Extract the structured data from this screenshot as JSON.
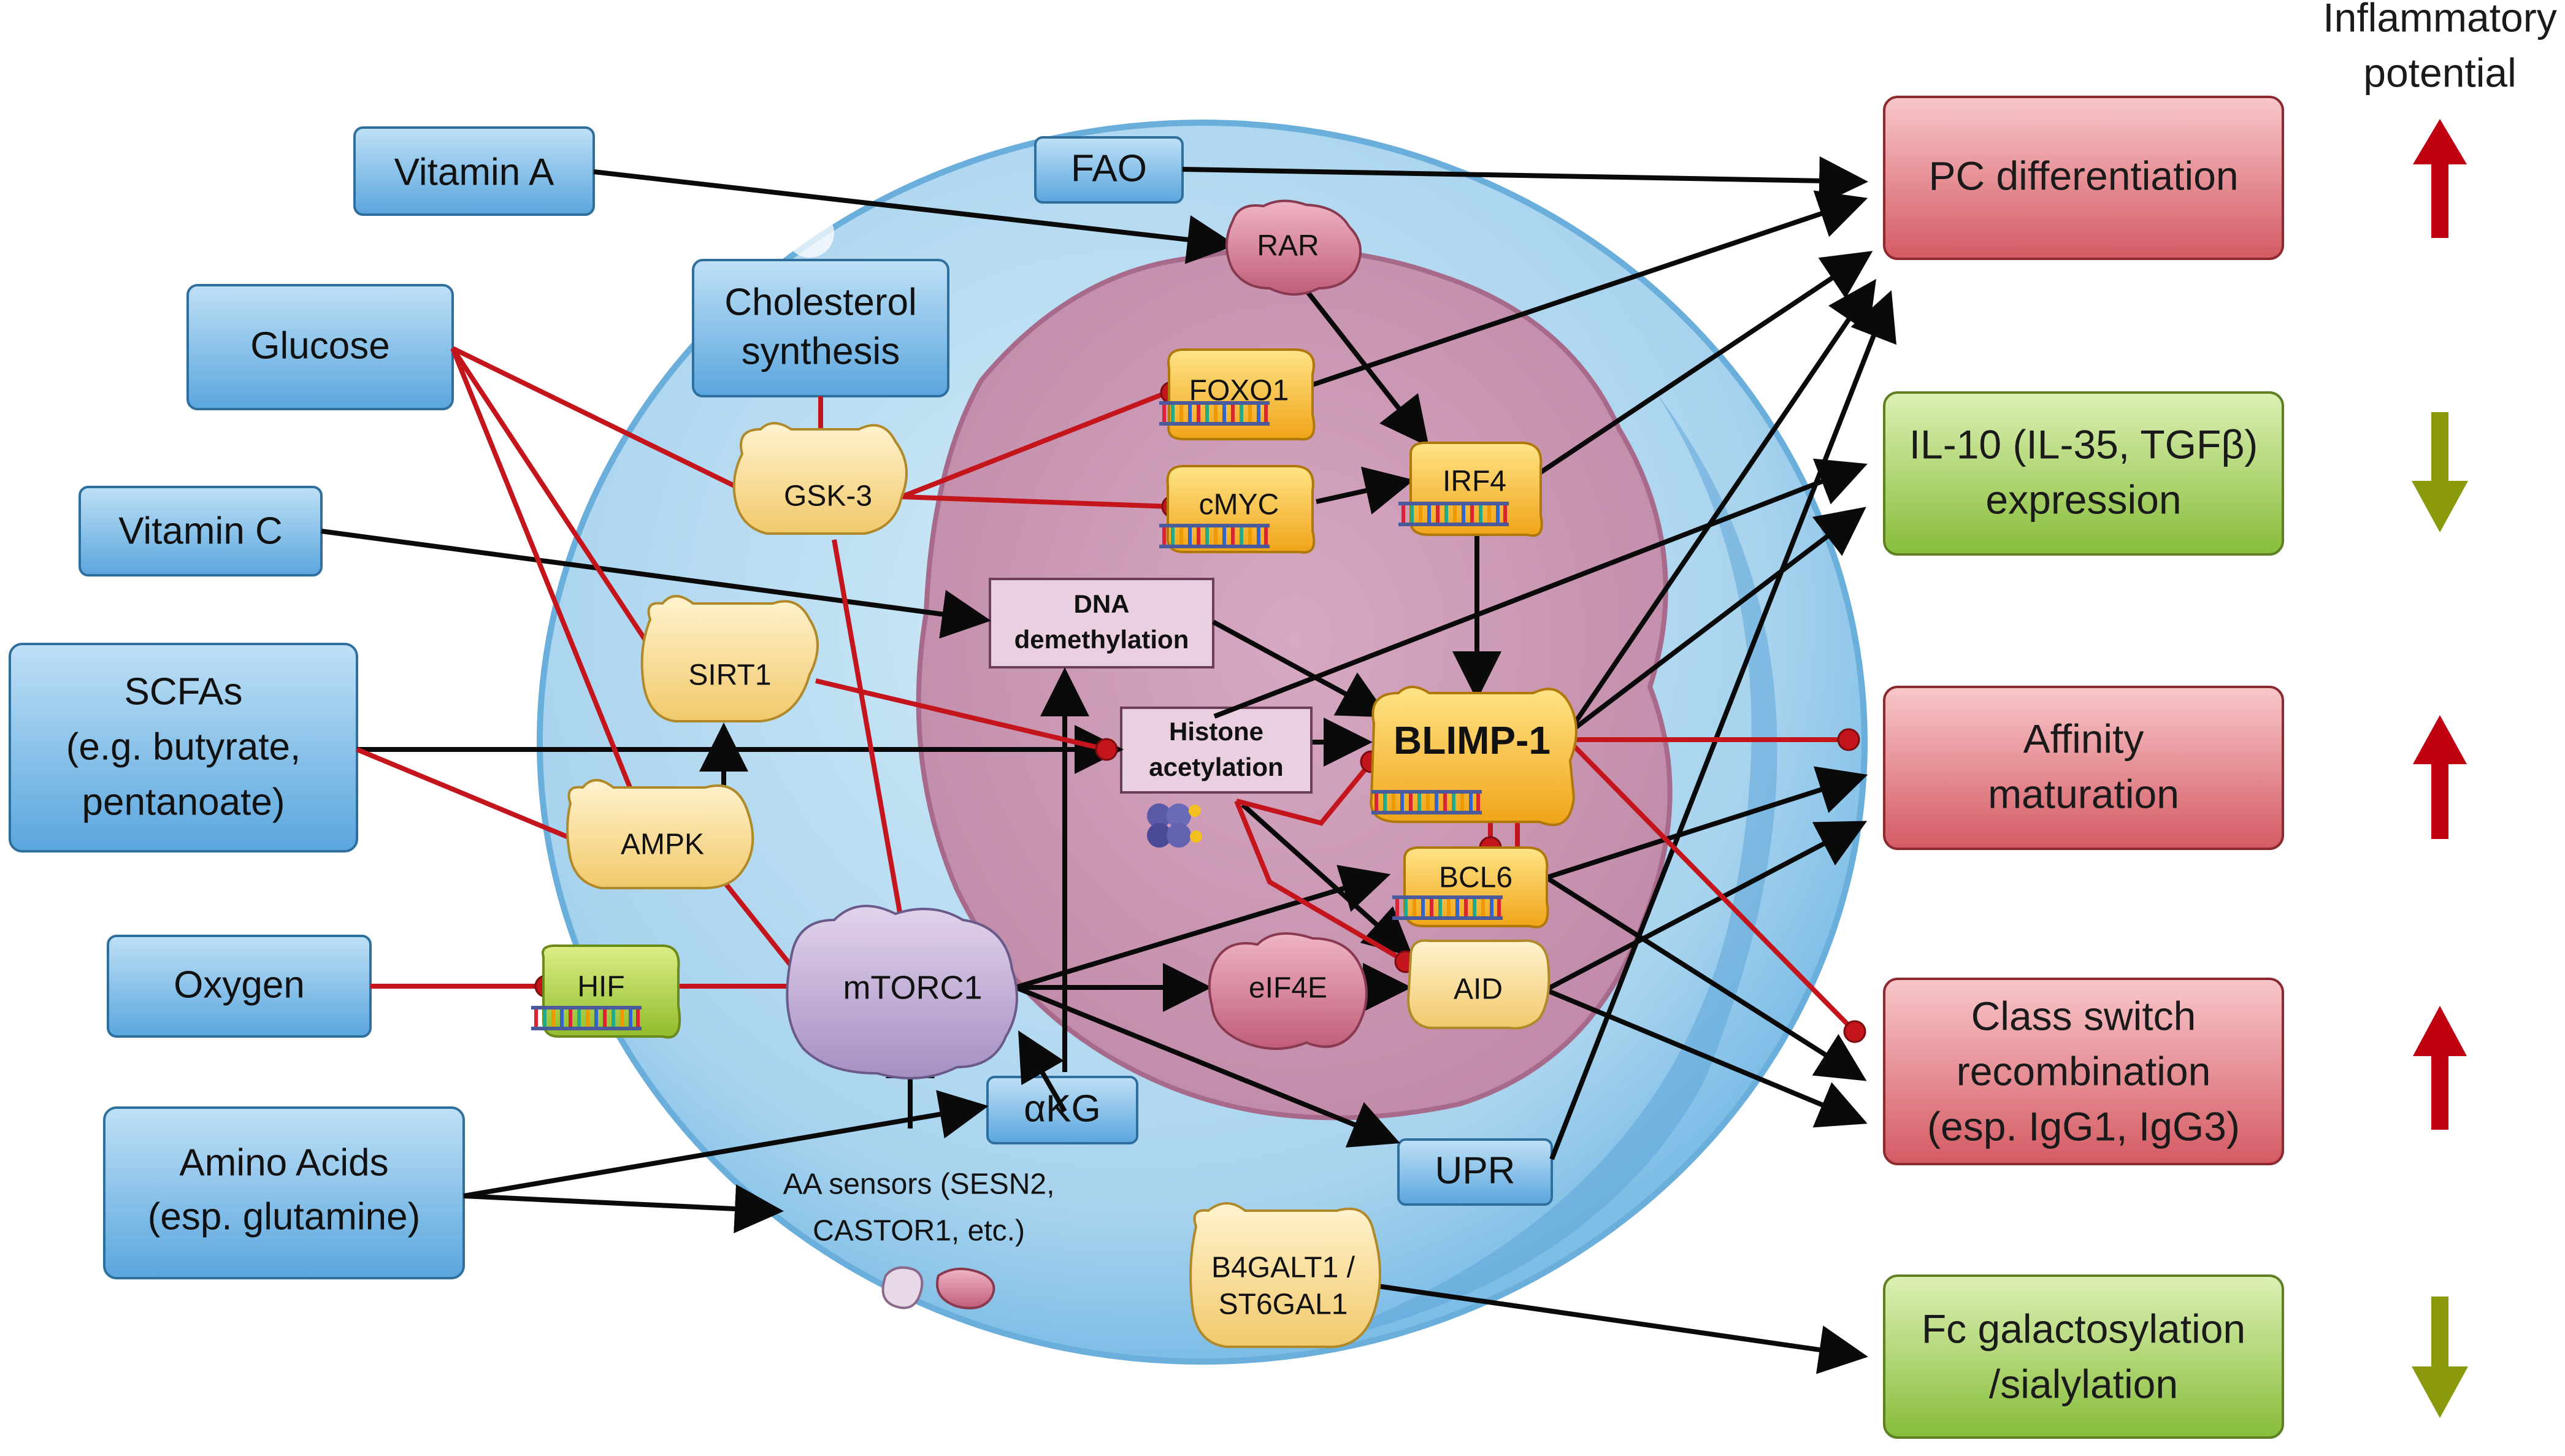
{
  "header": {
    "title_line1": "Inflammatory",
    "title_line2": "potential"
  },
  "inputs": {
    "vitamin_a": "Vitamin A",
    "glucose": "Glucose",
    "vitamin_c": "Vitamin C",
    "scfas_1": "SCFAs",
    "scfas_2": "(e.g. butyrate,",
    "scfas_3": "pentanoate)",
    "oxygen": "Oxygen",
    "aa_1": "Amino Acids",
    "aa_2": "(esp. glutamine)",
    "fao": "FAO",
    "chol_1": "Cholesterol",
    "chol_2": "synthesis",
    "akg": "αKG",
    "upr": "UPR"
  },
  "proteins": {
    "rar": "RAR",
    "foxo1": "FOXO1",
    "cmyc": "cMYC",
    "irf4": "IRF4",
    "gsk3": "GSK-3",
    "sirt1": "SIRT1",
    "ampk": "AMPK",
    "hif": "HIF",
    "mtorc1": "mTORC1",
    "blimp1": "BLIMP-1",
    "bcl6": "BCL6",
    "eif4e": "eIF4E",
    "aid": "AID",
    "b4galt1_1": "B4GALT1 /",
    "b4galt1_2": "ST6GAL1"
  },
  "processes": {
    "dna_1": "DNA",
    "dna_2": "demethylation",
    "hist_1": "Histone",
    "hist_2": "acetylation",
    "aa_sensors_1": "AA sensors (SESN2,",
    "aa_sensors_2": "CASTOR1, etc.)"
  },
  "outcomes": {
    "pc": "PC differentiation",
    "il10_1": "IL-10 (IL-35, TGFβ)",
    "il10_2": "expression",
    "aff_1": "Affinity",
    "aff_2": "maturation",
    "csr_1": "Class switch",
    "csr_2": "recombination",
    "csr_3": "(esp. IgG1, IgG3)",
    "fc_1": "Fc galactosylation",
    "fc_2": "/sialylation"
  },
  "indicators": [
    {
      "outcome": "PC differentiation",
      "direction": "up",
      "color": "#c00010"
    },
    {
      "outcome": "IL-10 expression",
      "direction": "down",
      "color": "#8a9a0c"
    },
    {
      "outcome": "Affinity maturation",
      "direction": "up",
      "color": "#c00010"
    },
    {
      "outcome": "Class switch recombination",
      "direction": "up",
      "color": "#c00010"
    },
    {
      "outcome": "Fc galactosylation/sialylation",
      "direction": "down",
      "color": "#8a9a0c"
    }
  ],
  "colors": {
    "activation": "#0a0a0a",
    "inhibition": "#c4141c",
    "input_box": "#5aa6de",
    "pro_inflammatory_box": "#e8848c",
    "anti_inflammatory_box": "#9ccc52"
  }
}
